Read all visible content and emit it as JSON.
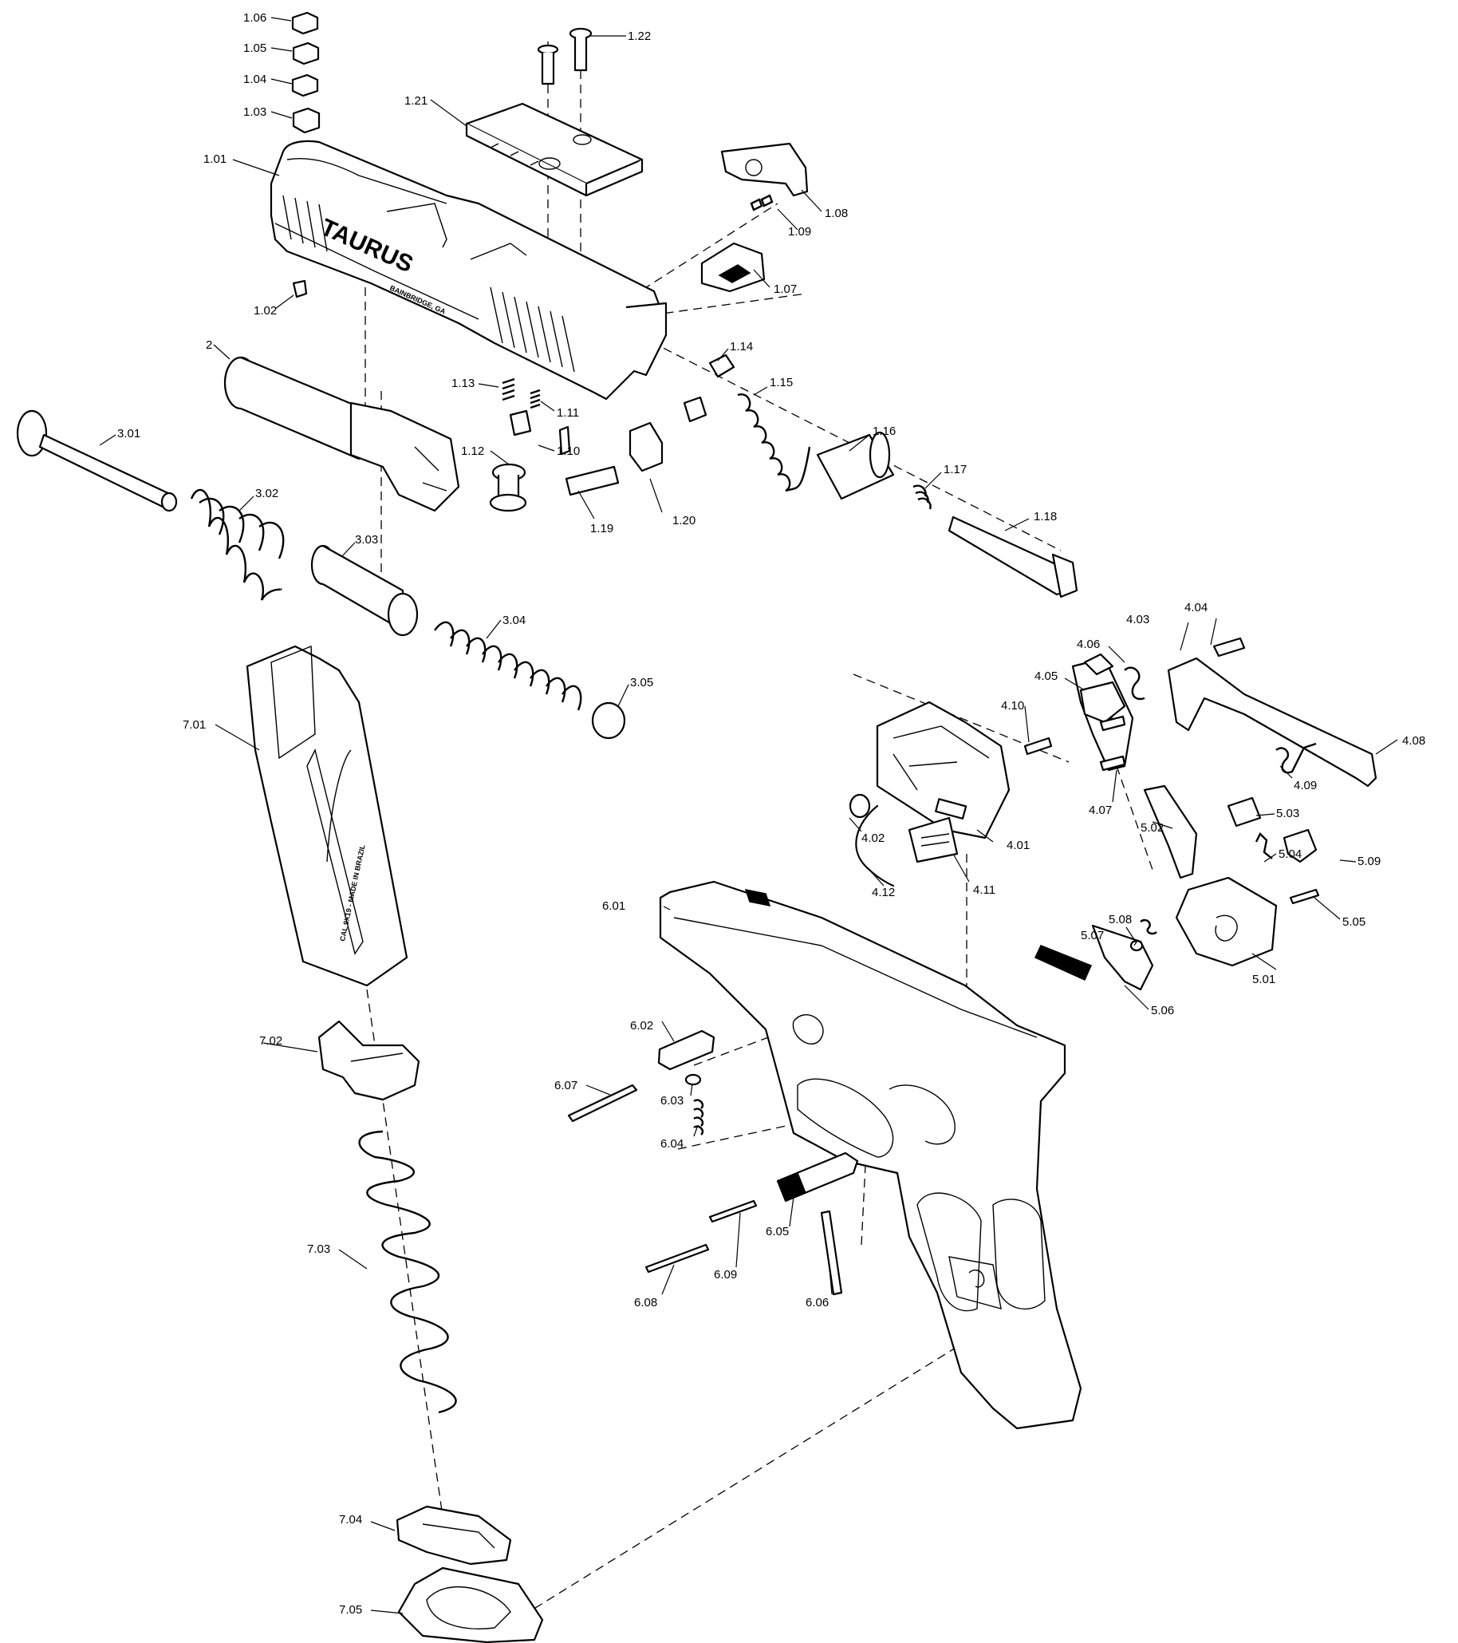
{
  "engravings": {
    "slide_brand": "TAURUS",
    "slide_location": "BAINBRIDGE, GA",
    "magazine_text": "CAL 9X19 - MADE IN BRAZIL"
  },
  "callouts": {
    "c101": "1.01",
    "c102": "1.02",
    "c103": "1.03",
    "c104": "1.04",
    "c105": "1.05",
    "c106": "1.06",
    "c107": "1.07",
    "c108": "1.08",
    "c109": "1.09",
    "c110": "1.10",
    "c111": "1.11",
    "c112": "1.12",
    "c113": "1.13",
    "c114": "1.14",
    "c115": "1.15",
    "c116": "1.16",
    "c117": "1.17",
    "c118": "1.18",
    "c119": "1.19",
    "c120": "1.20",
    "c121": "1.21",
    "c122": "1.22",
    "c2": "2",
    "c301": "3.01",
    "c302": "3.02",
    "c303": "3.03",
    "c304": "3.04",
    "c305": "3.05",
    "c401": "4.01",
    "c402": "4.02",
    "c403": "4.03",
    "c404": "4.04",
    "c405": "4.05",
    "c406": "4.06",
    "c407": "4.07",
    "c408": "4.08",
    "c409": "4.09",
    "c410": "4.10",
    "c411": "4.11",
    "c412": "4.12",
    "c501": "5.01",
    "c502": "5.02",
    "c503": "5.03",
    "c504": "5.04",
    "c505": "5.05",
    "c506": "5.06",
    "c507": "5.07",
    "c508": "5.08",
    "c509": "5.09",
    "c601": "6.01",
    "c602": "6.02",
    "c603": "6.03",
    "c604": "6.04",
    "c605": "6.05",
    "c606": "6.06",
    "c607": "6.07",
    "c608": "6.08",
    "c609": "6.09",
    "c701": "7.01",
    "c702": "7.02",
    "c703": "7.03",
    "c704": "7.04",
    "c705": "7.05"
  }
}
